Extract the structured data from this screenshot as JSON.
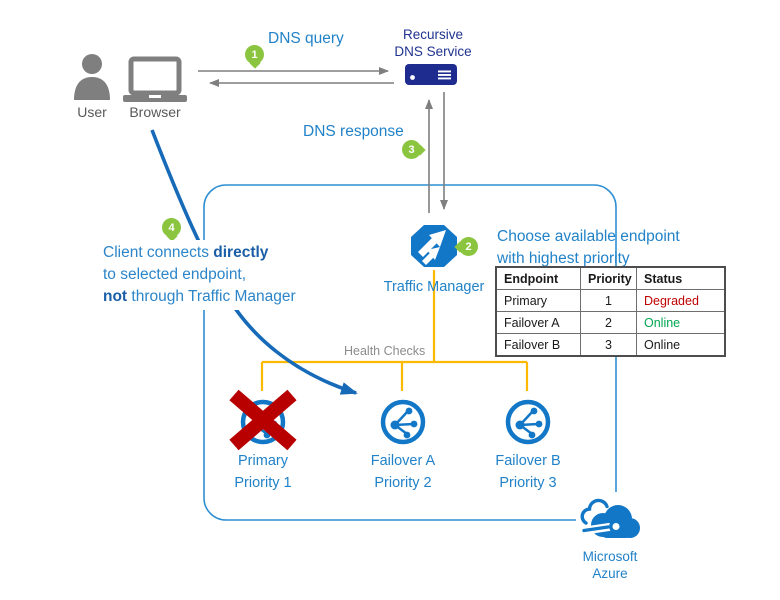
{
  "colors": {
    "label_blue": "#2182c8",
    "bold_blue": "#1a5ea8",
    "navy_text": "#20338f",
    "server_navy": "#1e2c8f",
    "icon_blue": "#1377c7",
    "border_blue": "#2e8fd2",
    "curve_blue": "#166ab8",
    "health_yellow": "#fcb900",
    "badge_green": "#8bc540",
    "arrow_gray": "#7f7f7f",
    "degraded_red": "#c00000",
    "online_green": "#00a651",
    "offline_black": "#1a1a1a",
    "x_red": "#b90000"
  },
  "actors": {
    "user_label": "User",
    "browser_label": "Browser"
  },
  "dns_service": {
    "label_line1": "Recursive",
    "label_line2": "DNS Service"
  },
  "flows": {
    "dns_query": {
      "badge": "1",
      "label": "DNS query"
    },
    "choose": {
      "badge": "2",
      "line1": "Choose available endpoint",
      "line2": "with highest priority"
    },
    "dns_response": {
      "badge": "3",
      "label": "DNS response"
    },
    "client": {
      "badge": "4",
      "line1_pre": "Client connects ",
      "line1_bold": "directly",
      "line2": "to selected endpoint,",
      "line3_bold": "not",
      "line3_post": " through Traffic Manager"
    }
  },
  "traffic_manager": {
    "label": "Traffic Manager"
  },
  "health_checks": {
    "label": "Health Checks"
  },
  "table": {
    "headers": [
      "Endpoint",
      "Priority",
      "Status"
    ],
    "rows": [
      [
        "Primary",
        "1",
        "Degraded"
      ],
      [
        "Failover A",
        "2",
        "Online"
      ],
      [
        "Failover B",
        "3",
        "Online"
      ]
    ],
    "status_colors": [
      "#c00000",
      "#00a651",
      "#1a1a1a"
    ]
  },
  "endpoints": [
    {
      "name": "Primary",
      "priority": "Priority 1",
      "status": "failed"
    },
    {
      "name": "Failover A",
      "priority": "Priority 2",
      "status": "online"
    },
    {
      "name": "Failover B",
      "priority": "Priority 3",
      "status": "online"
    }
  ],
  "azure": {
    "label_line1": "Microsoft",
    "label_line2": "Azure"
  }
}
